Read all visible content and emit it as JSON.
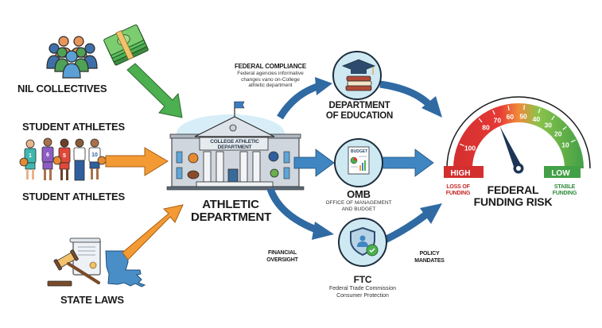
{
  "title": "Federal Funding Risk Flow Diagram",
  "sources": {
    "nil_collectives": {
      "label": "NIL COLLECTIVES",
      "icon": "people-group-icon",
      "secondary_icon": "money-stack-icon"
    },
    "student_athletes": {
      "label_top": "STUDENT ATHLETES",
      "label_bottom": "STUDENT ATHLETES",
      "icon": "athletes-icon",
      "jersey_numbers": [
        "1",
        "6",
        "5",
        "",
        "10"
      ]
    },
    "state_laws": {
      "label": "STATE LAWS",
      "icon": "gavel-document-icon",
      "secondary_icon": "louisiana-map-icon"
    }
  },
  "center": {
    "building_sign_line1": "COLLEGE ATHLETIC",
    "building_sign_line2": "DEPARTMENT",
    "label_line1": "ATHLETIC",
    "label_line2": "DEPARTMENT"
  },
  "flow_labels": {
    "federal_compliance_title": "FEDERAL COMPLIANCE",
    "federal_compliance_desc_line1": "Federal agencies informative",
    "federal_compliance_desc_line2": "changes vano on-College",
    "federal_compliance_desc_line3": "athletic department",
    "financial_oversight_line1": "FINANCIAL",
    "financial_oversight_line2": "OVERSIGHT",
    "policy_mandates_line1": "POLICY",
    "policy_mandates_line2": "MANDATES"
  },
  "agencies": {
    "education": {
      "label_line1": "DEPARTMENT",
      "label_line2": "OF EDUCATION",
      "icon": "graduation-books-icon"
    },
    "omb": {
      "label": "OMB",
      "sub_line1": "OFFICE OF MANAGEMENT",
      "sub_line2": "AND BUDGET",
      "icon": "budget-document-icon",
      "doc_title": "BUDGET"
    },
    "ftc": {
      "label": "FTC",
      "sub_line1": "Federal Trade Commission",
      "sub_line2": "Consumer Protection",
      "icon": "shield-user-icon"
    }
  },
  "gauge": {
    "title_line1": "FEDERAL",
    "title_line2": "FUNDING RISK",
    "ticks": [
      "100",
      "80",
      "70",
      "60",
      "50",
      "40",
      "30",
      "20",
      "10"
    ],
    "value": 70,
    "high_label": "HIGH",
    "low_label": "LOW",
    "high_desc_line1": "LOSS OF",
    "high_desc_line2": "FUNDING",
    "low_desc_line1": "STABLE",
    "low_desc_line2": "FUNDING"
  },
  "colors": {
    "green_arrow": "#4caf50",
    "orange_arrow": "#f39a34",
    "blue_arrow": "#2f6aa3",
    "high_red": "#d32f2f",
    "low_green": "#43a047",
    "needle": "#1d3557",
    "agency_circle": "#cfe9f3"
  }
}
